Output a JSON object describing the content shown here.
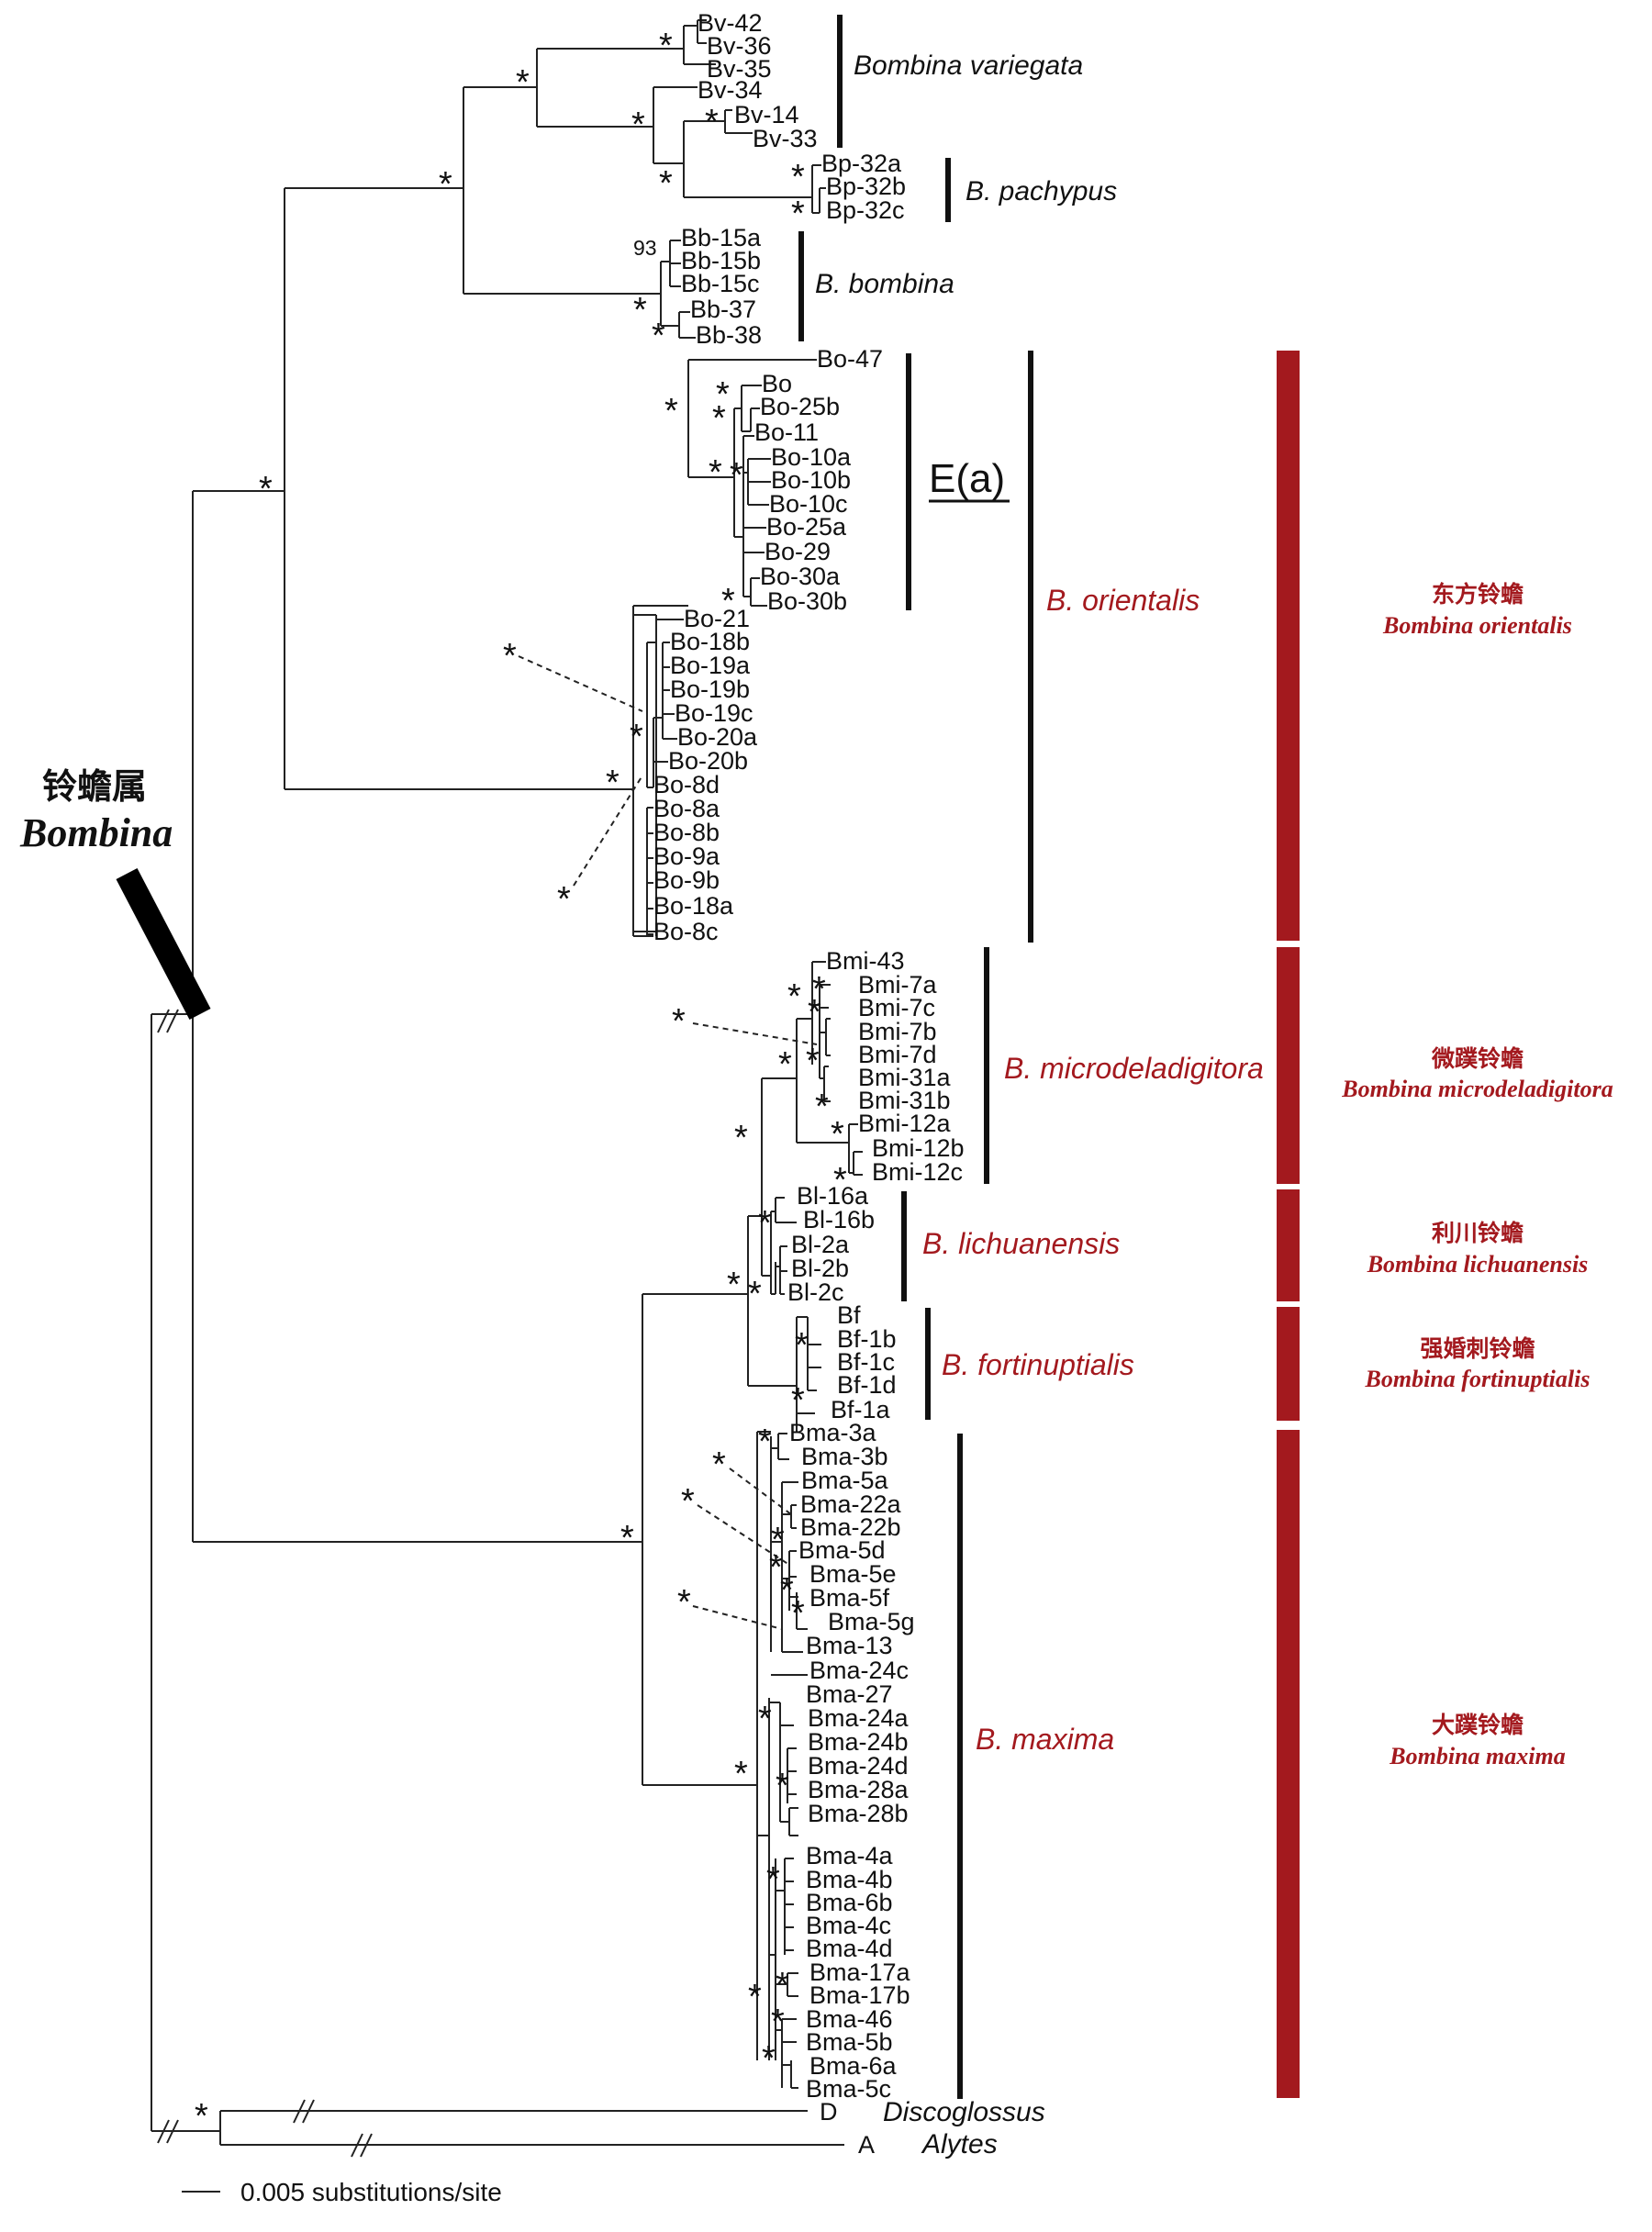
{
  "figure": {
    "genus_cn": "铃蟾属",
    "genus_en": "Bombina",
    "scale_label": "0.005 substitutions/site",
    "clade_label": "E(a)",
    "support_star": "*",
    "support_93": "93"
  },
  "groups": {
    "variegata": "Bombina variegata",
    "pachypus": "B. pachypus",
    "bombina": "B. bombina",
    "orientalis": "B. orientalis",
    "microdeladigitora": "B. microdeladigitora",
    "lichuanensis": "B. lichuanensis",
    "fortinuptialis": "B. fortinuptialis",
    "maxima": "B. maxima",
    "discoglossus": "Discoglossus",
    "alytes": "Alytes"
  },
  "red_labels": {
    "orientalis_cn": "东方铃蟾",
    "orientalis_en": "Bombina orientalis",
    "micro_cn": "微蹼铃蟾",
    "micro_en": "Bombina microdeladigitora",
    "lich_cn": "利川铃蟾",
    "lich_en": "Bombina  lichuanensis",
    "fort_cn": "强婚刺铃蟾",
    "fort_en": "Bombina fortinuptialis",
    "max_cn": "大蹼铃蟾",
    "max_en": "Bombina maxima"
  },
  "leaves": {
    "v": [
      "Bv-42",
      "Bv-36",
      "Bv-35",
      "Bv-34",
      "Bv-14",
      "Bv-33"
    ],
    "p": [
      "Bp-32a",
      "Bp-32b",
      "Bp-32c"
    ],
    "b": [
      "Bb-15a",
      "Bb-15b",
      "Bb-15c",
      "Bb-37",
      "Bb-38"
    ],
    "o1": [
      "Bo-47",
      "Bo",
      "Bo-25b",
      "Bo-11",
      "Bo-10a",
      "Bo-10b",
      "Bo-10c",
      "Bo-25a",
      "Bo-29",
      "Bo-30a",
      "Bo-30b"
    ],
    "o2": [
      "Bo-21",
      "Bo-18b",
      "Bo-19a",
      "Bo-19b",
      "Bo-19c",
      "Bo-20a",
      "Bo-20b",
      "Bo-8d",
      "Bo-8a",
      "Bo-8b",
      "Bo-9a",
      "Bo-9b",
      "Bo-18a",
      "Bo-8c"
    ],
    "mi": [
      "Bmi-43",
      "Bmi-7a",
      "Bmi-7c",
      "Bmi-7b",
      "Bmi-7d",
      "Bmi-31a",
      "Bmi-31b",
      "Bmi-12a",
      "Bmi-12b",
      "Bmi-12c"
    ],
    "l": [
      "Bl-16a",
      "Bl-16b",
      "Bl-2a",
      "Bl-2b",
      "Bl-2c"
    ],
    "f": [
      "Bf",
      "Bf-1b",
      "Bf-1c",
      "Bf-1d",
      "Bf-1a"
    ],
    "ma": [
      "Bma-3a",
      "Bma-3b",
      "Bma-5a",
      "Bma-22a",
      "Bma-22b",
      "Bma-5d",
      "Bma-5e",
      "Bma-5f",
      "Bma-5g",
      "Bma-13",
      "Bma-24c",
      "Bma-27",
      "Bma-24a",
      "Bma-24b",
      "Bma-24d",
      "Bma-28a",
      "Bma-28b",
      "Bma-4a",
      "Bma-4b",
      "Bma-6b",
      "Bma-4c",
      "Bma-4d",
      "Bma-17a",
      "Bma-17b",
      "Bma-46",
      "Bma-5b",
      "Bma-6a",
      "Bma-5c"
    ],
    "out": [
      "D",
      "A"
    ]
  }
}
